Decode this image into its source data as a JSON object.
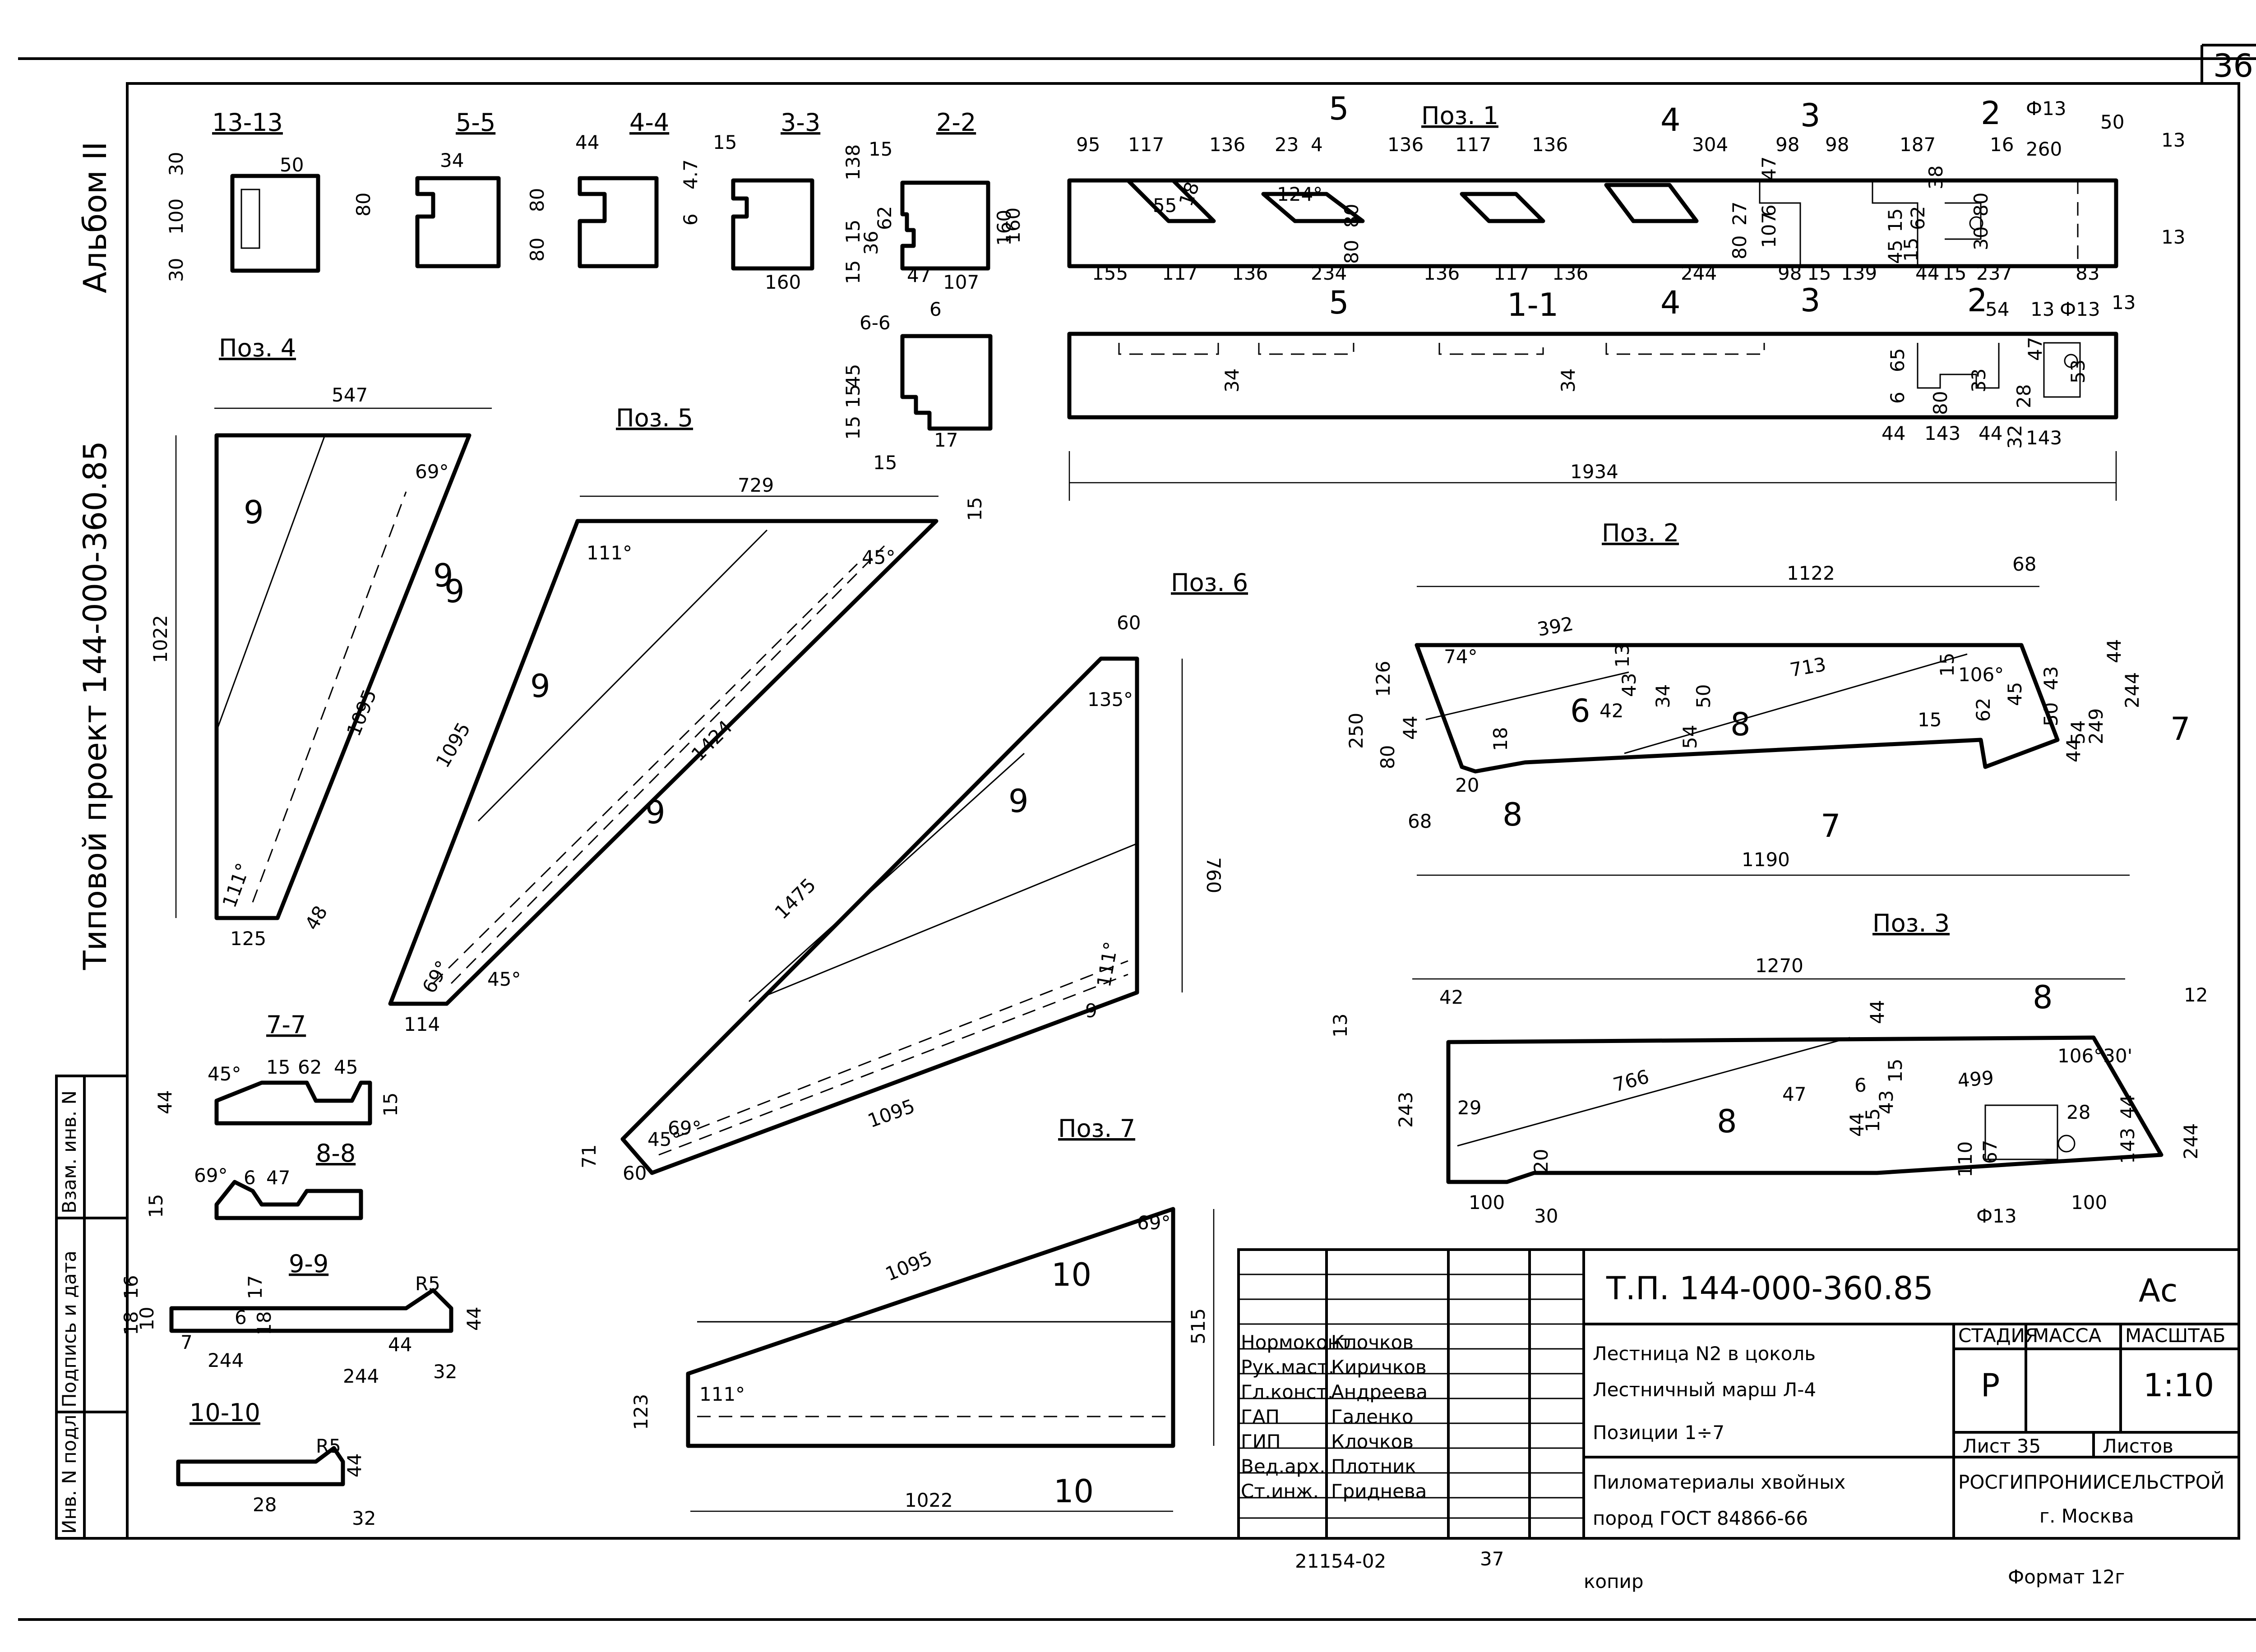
{
  "sheet": {
    "page_number": "36",
    "album": "Альбом II",
    "project": "Типовой проект 144-000-360.85",
    "left_stamps": [
      "Инв. N подл.",
      "Подпись и дата",
      "Взам. инв. N"
    ],
    "footer_number": "21154-02",
    "footer_page": "37",
    "copied": "копир",
    "format": "Формат 12г"
  },
  "title_block": {
    "code": "Т.П. 144-000-360.85",
    "mark": "Ас",
    "title_lines": [
      "Лестница N2 в цоколь",
      "Лестничный марш Л-4",
      "Позиции 1÷7"
    ],
    "material_lines": [
      "Пиломатериалы хвойных",
      "пород ГОСТ 84866-66"
    ],
    "stage_header": "СТАДИЯ",
    "mass_header": "МАССА",
    "scale_header": "МАСШТАБ",
    "stage": "Р",
    "scale": "1:10",
    "sheet_label": "Лист 35",
    "sheets_label": "Листов",
    "org": "РОСГИПРОНИИСЕЛЬСТРОЙ",
    "city": "г. Москва",
    "signatures": [
      {
        "role": "Нормоконт.",
        "name": "Клочков"
      },
      {
        "role": "Рук.маст.",
        "name": "Киричков"
      },
      {
        "role": "Гл.конст.",
        "name": "Андреева"
      },
      {
        "role": "ГАП",
        "name": "Галенко"
      },
      {
        "role": "ГИП",
        "name": "Клочков"
      },
      {
        "role": "Вед.арх.",
        "name": "Плотник"
      },
      {
        "role": "Ст.инж.",
        "name": "Гриднева"
      }
    ]
  },
  "sections": {
    "s13": {
      "title": "13-13",
      "dims": [
        "50",
        "30",
        "100",
        "30"
      ]
    },
    "s5": {
      "title": "5-5",
      "dims": [
        "34",
        "80"
      ]
    },
    "s4": {
      "title": "4-4",
      "dims": [
        "44",
        "80",
        "80"
      ]
    },
    "s3": {
      "title": "3-3",
      "dims": [
        "15",
        "6",
        "4.7",
        "160"
      ]
    },
    "s2": {
      "title": "2-2",
      "dims": [
        "15",
        "138",
        "62",
        "160",
        "15",
        "36",
        "15",
        "47",
        "107",
        "6"
      ]
    },
    "s6": {
      "title": "6-6",
      "dims": [
        "15",
        "45",
        "15",
        "15",
        "17"
      ]
    },
    "s7": {
      "title": "7-7",
      "dims": [
        "45°",
        "15",
        "62",
        "45",
        "44",
        "15"
      ]
    },
    "s8": {
      "title": "8-8",
      "dims": [
        "69°",
        "6",
        "47",
        "15"
      ]
    },
    "s9": {
      "title": "9-9",
      "dims": [
        "R5",
        "16",
        "18",
        "10",
        "17",
        "6",
        "18",
        "7",
        "244",
        "44",
        "244",
        "32",
        "44"
      ]
    },
    "s10": {
      "title": "10-10",
      "dims": [
        "R5",
        "44",
        "28",
        "32"
      ]
    }
  },
  "pos1": {
    "title": "Поз. 1",
    "top_dims": [
      "95",
      "117",
      "136",
      "23",
      "4",
      "136",
      "117",
      "136",
      "304",
      "98",
      "98",
      "187",
      "16",
      "260",
      "50",
      "13"
    ],
    "bottom_dims": [
      "155",
      "117",
      "136",
      "234",
      "136",
      "117",
      "136",
      "244",
      "98",
      "15",
      "139",
      "44",
      "15",
      "237",
      "83"
    ],
    "side_dims": [
      "160",
      "13",
      "13",
      "Ф13"
    ],
    "inner_dims": [
      "55",
      "18",
      "124°",
      "80",
      "80",
      "27",
      "47",
      "6",
      "80",
      "107",
      "15",
      "45",
      "62",
      "15",
      "38",
      "80",
      "30"
    ],
    "cuts": [
      "5",
      "4",
      "3",
      "2",
      "1-1",
      "5",
      "4",
      "3",
      "2"
    ],
    "plan_dims": [
      "54",
      "13",
      "Ф13",
      "65",
      "6",
      "47",
      "53",
      "34",
      "34",
      "80",
      "33",
      "28",
      "44",
      "143",
      "44",
      "32",
      "143"
    ],
    "total": "1934"
  },
  "pos2": {
    "title": "Поз. 2",
    "dims": [
      "1122",
      "68",
      "392",
      "713",
      "74°",
      "106°",
      "126",
      "250",
      "80",
      "44",
      "6",
      "42",
      "18",
      "20",
      "8",
      "13",
      "43",
      "50",
      "54",
      "34",
      "15",
      "45",
      "62",
      "244",
      "44",
      "43",
      "249",
      "54",
      "50",
      "44",
      "15",
      "68",
      "1190",
      "7",
      "7",
      "8"
    ]
  },
  "pos3": {
    "title": "Поз. 3",
    "dims": [
      "1270",
      "42",
      "13",
      "766",
      "8",
      "8",
      "499",
      "106°30'",
      "44",
      "243",
      "29",
      "20",
      "47",
      "6",
      "44",
      "15",
      "43",
      "15",
      "44",
      "143",
      "28",
      "110",
      "67",
      "100",
      "30",
      "Ф13",
      "100",
      "244",
      "12"
    ]
  },
  "pos4": {
    "title": "Поз. 4",
    "dims": [
      "547",
      "69°",
      "1022",
      "1095",
      "9",
      "9",
      "111°",
      "125",
      "48"
    ]
  },
  "pos5": {
    "title": "Поз. 5",
    "dims": [
      "729",
      "15",
      "111°",
      "45°",
      "1095",
      "9",
      "9",
      "1424",
      "9",
      "69°",
      "45°",
      "114"
    ]
  },
  "pos6": {
    "title": "Поз. 6",
    "dims": [
      "60",
      "135°",
      "9",
      "760",
      "1475",
      "111°",
      "9",
      "1095",
      "45°",
      "69°",
      "71",
      "60"
    ]
  },
  "pos7": {
    "title": "Поз. 7",
    "dims": [
      "1095",
      "69°",
      "10",
      "515",
      "111°",
      "123",
      "1022",
      "10"
    ]
  }
}
